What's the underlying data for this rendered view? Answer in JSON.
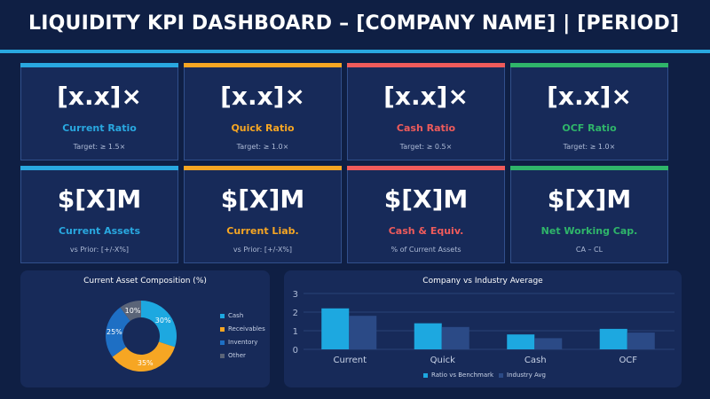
{
  "header": {
    "title": "LIQUIDITY KPI DASHBOARD – [COMPANY NAME] | [PERIOD]"
  },
  "colors": {
    "background": "#0f1f44",
    "card": "#172a59",
    "rule": "#29a8e0",
    "blue": "#29a8e0",
    "amber": "#f6a623",
    "red": "#ef5b5b",
    "green": "#2fb56a",
    "industry": "#2b4a86"
  },
  "kpi_cards": [
    {
      "value": "[x.x]×",
      "label": "Current Ratio",
      "sub": "Target: ≥ 1.5×",
      "accent": "blue"
    },
    {
      "value": "[x.x]×",
      "label": "Quick Ratio",
      "sub": "Target: ≥ 1.0×",
      "accent": "amber"
    },
    {
      "value": "[x.x]×",
      "label": "Cash Ratio",
      "sub": "Target: ≥ 0.5×",
      "accent": "red"
    },
    {
      "value": "[x.x]×",
      "label": "OCF Ratio",
      "sub": "Target: ≥ 1.0×",
      "accent": "green"
    },
    {
      "value": "$[X]M",
      "label": "Current Assets",
      "sub": "vs Prior: [+/-X%]",
      "accent": "blue"
    },
    {
      "value": "$[X]M",
      "label": "Current Liab.",
      "sub": "vs Prior: [+/-X%]",
      "accent": "amber"
    },
    {
      "value": "$[X]M",
      "label": "Cash & Equiv.",
      "sub": "% of Current Assets",
      "accent": "red"
    },
    {
      "value": "$[X]M",
      "label": "Net Working Cap.",
      "sub": "CA – CL",
      "accent": "green"
    }
  ],
  "chart_data": [
    {
      "type": "pie",
      "title": "Current Asset Composition (%)",
      "categories": [
        "Cash",
        "Receivables",
        "Inventory",
        "Other"
      ],
      "values": [
        30,
        35,
        25,
        10
      ],
      "data_labels": [
        "30%",
        "35%",
        "25%",
        "10%"
      ],
      "colors": [
        "#1da8e0",
        "#f6a623",
        "#1e6fc4",
        "#5a6478"
      ],
      "legend": "right"
    },
    {
      "type": "bar",
      "title": "Company vs Industry Average",
      "categories": [
        "Current",
        "Quick",
        "Cash",
        "OCF"
      ],
      "series": [
        {
          "name": "Ratio vs Benchmark",
          "values": [
            2.2,
            1.4,
            0.8,
            1.1
          ],
          "color": "#1da8e0"
        },
        {
          "name": "Industry Avg",
          "values": [
            1.8,
            1.2,
            0.6,
            0.9
          ],
          "color": "#2b4a86"
        }
      ],
      "ylim": [
        0,
        3
      ],
      "yticks": [
        "0",
        "1",
        "2",
        "3"
      ],
      "grid": true,
      "legend": "bottom"
    }
  ]
}
